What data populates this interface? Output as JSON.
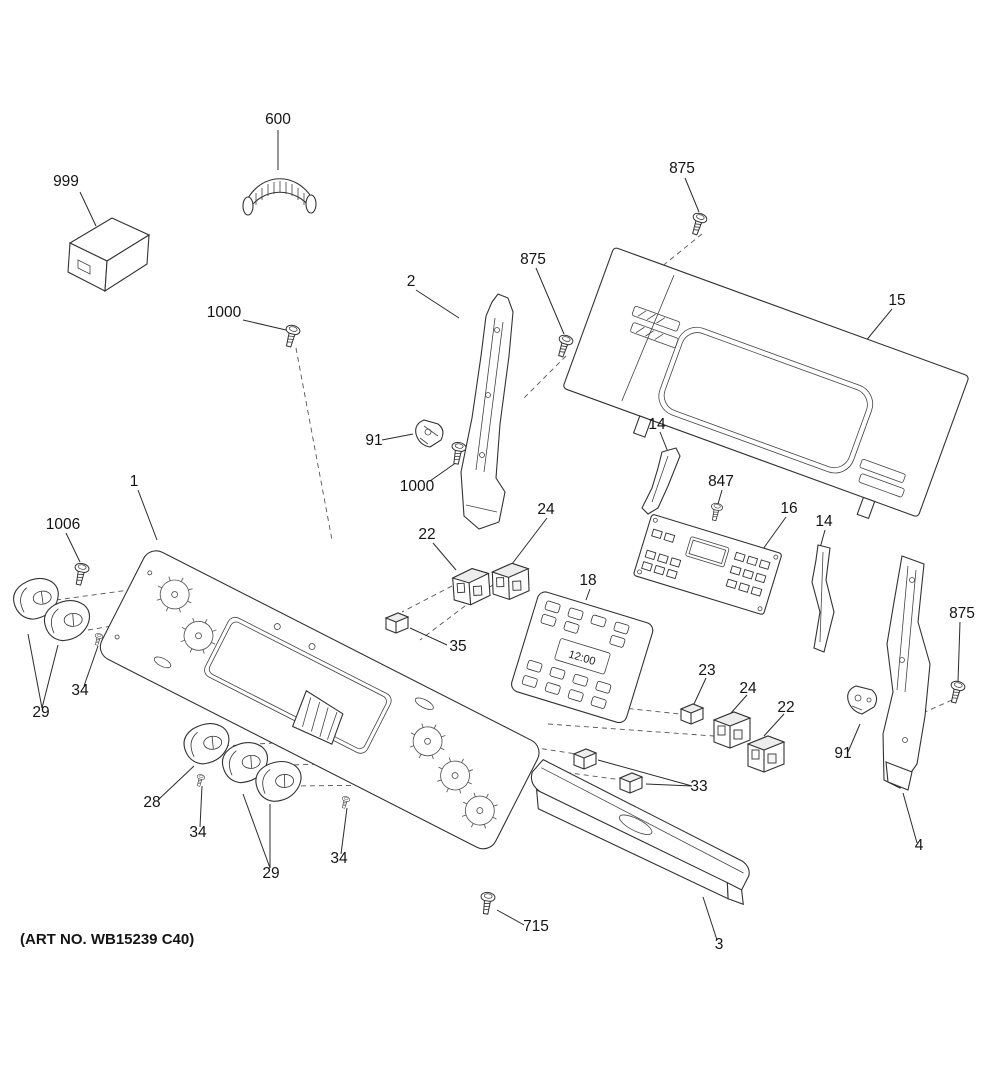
{
  "diagram": {
    "art_no": "(ART NO. WB15239 C40)",
    "membrane_display": "12:00",
    "callouts": {
      "c999": "999",
      "c600": "600",
      "c1000a": "1000",
      "c2": "2",
      "c875a": "875",
      "c875b": "875",
      "c15": "15",
      "c91a": "91",
      "c1000b": "1000",
      "c14a": "14",
      "c847": "847",
      "c16": "16",
      "c14b": "14",
      "c22a": "22",
      "c24a": "24",
      "c18": "18",
      "c35": "35",
      "c1006": "1006",
      "c1": "1",
      "c34a": "34",
      "c29a": "29",
      "c28": "28",
      "c34b": "34",
      "c29b": "29",
      "c34c": "34",
      "c715": "715",
      "c3": "3",
      "c23": "23",
      "c24b": "24",
      "c22b": "22",
      "c33": "33",
      "c91b": "91",
      "c4": "4",
      "c875c": "875"
    }
  }
}
